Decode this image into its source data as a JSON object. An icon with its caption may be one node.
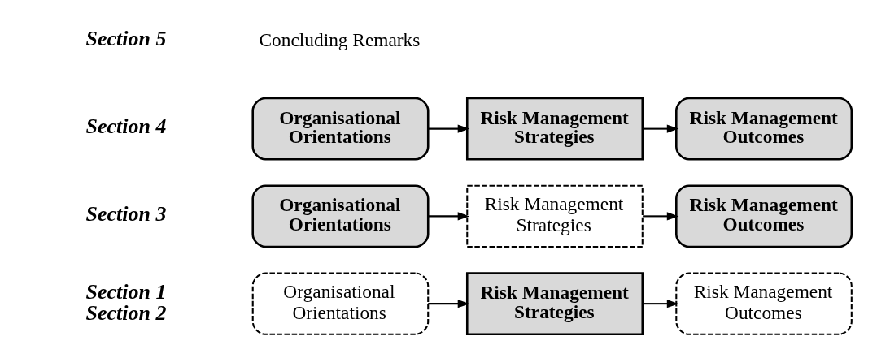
{
  "diagram": {
    "nodes": [
      {
        "text": [
          "Organisational Orientations"
        ]
      },
      {
        "text": [
          "Risk Management Strategies"
        ]
      },
      {
        "text": [
          "Risk Management Outcomes"
        ]
      },
      {
        "text": [
          "Organisational Orientations"
        ]
      },
      {
        "text": [
          "Risk Management Strategies"
        ]
      },
      {
        "text": [
          "Risk Management Outcomes"
        ]
      },
      {
        "text": [
          "Organisational Orientations"
        ]
      },
      {
        "text": [
          "Risk Management Strategies"
        ]
      },
      {
        "text": [
          "Risk Management Outcomes"
        ]
      }
    ],
    "edges": [
      {
        "from": 0,
        "to": 1,
        "arrow": "to"
      },
      {
        "from": 1,
        "to": 2,
        "arrow": "to"
      },
      {
        "from": 3,
        "to": 4,
        "arrow": "to"
      },
      {
        "from": 4,
        "to": 5,
        "arrow": "to"
      },
      {
        "from": 6,
        "to": 7,
        "arrow": "to"
      },
      {
        "from": 7,
        "to": 8,
        "arrow": "to"
      }
    ],
    "labels": [
      "Section 1",
      "Section 2",
      "Section 3",
      "Section 4",
      "Section 5",
      "Concluding Remarks"
    ]
  }
}
